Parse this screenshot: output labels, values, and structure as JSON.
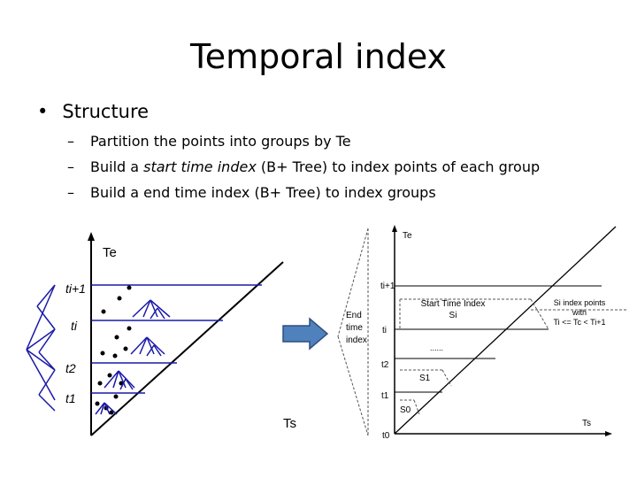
{
  "slide": {
    "title": "Temporal index",
    "bullet": "Structure",
    "sub1": "Partition the points into groups by Te",
    "sub2_pre": "Build a ",
    "sub2_em": "start time index",
    "sub2_post": " (B+ Tree) to index points of each group",
    "sub3": "Build a end time index (B+ Tree) to index groups"
  },
  "left_diagram": {
    "y_axis": "Te",
    "x_axis": "Ts",
    "rows": [
      "ti+1",
      "ti",
      "t2",
      "t1"
    ]
  },
  "right_diagram": {
    "y_axis": "Te",
    "x_axis": "Ts",
    "end_index": [
      "End",
      "time",
      "index"
    ],
    "start_index": [
      "Start Time Index",
      "Si"
    ],
    "si_note": [
      "Si index points",
      "with",
      "Ti <= Tc < Ti+1"
    ],
    "rows": [
      "ti+1",
      "ti",
      "t2",
      "t1",
      "t0"
    ],
    "s_labels": [
      "S1",
      "S0"
    ],
    "ellipsis": "......"
  },
  "colors": {
    "tree": "#1a1aa8",
    "arrow": "#4f81bd",
    "arrow_edge": "#2f4f7f"
  }
}
